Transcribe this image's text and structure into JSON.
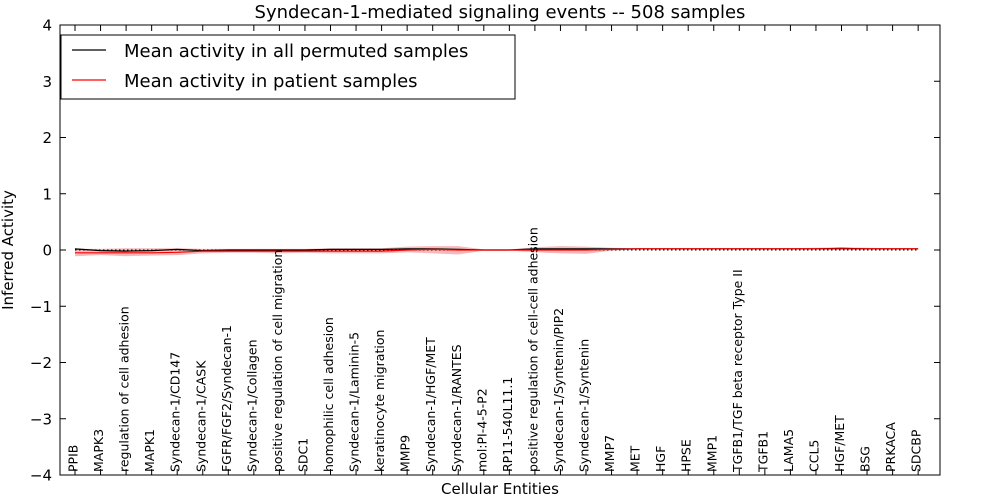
{
  "chart_data": {
    "type": "line",
    "title": "Syndecan-1-mediated signaling events -- 508 samples",
    "xlabel": "Cellular Entities",
    "ylabel": "Inferred Activity",
    "ylim": [
      -4,
      4
    ],
    "yticks": [
      "−4",
      "−3",
      "−2",
      "−1",
      "0",
      "1",
      "2",
      "3",
      "4"
    ],
    "grid": false,
    "legend_position": "top-left",
    "categories": [
      "PPIB",
      "MAPK3",
      "regulation of cell adhesion",
      "MAPK1",
      "Syndecan-1/CD147",
      "Syndecan-1/CASK",
      "FGFR/FGF2/Syndecan-1",
      "Syndecan-1/Collagen",
      "positive regulation of cell migration",
      "SDC1",
      "homophilic cell adhesion",
      "Syndecan-1/Laminin-5",
      "keratinocyte migration",
      "MMP9",
      "Syndecan-1/HGF/MET",
      "Syndecan-1/RANTES",
      "mol:PI-4-5-P2",
      "RP11-540L11.1",
      "positive regulation of cell-cell adhesion",
      "Syndecan-1/Syntenin/PIP2",
      "Syndecan-1/Syntenin",
      "MMP7",
      "MET",
      "HGF",
      "HPSE",
      "MMP1",
      "TGFB1/TGF beta receptor Type II",
      "TGFB1",
      "LAMA5",
      "CCL5",
      "HGF/MET",
      "BSG",
      "PRKACA",
      "SDCBP"
    ],
    "series": [
      {
        "name": "Mean activity in all permuted samples",
        "color": "#000000",
        "values": [
          0.02,
          -0.01,
          -0.02,
          -0.01,
          0.01,
          -0.01,
          0.0,
          0.0,
          0.0,
          0.0,
          0.01,
          0.01,
          0.01,
          0.02,
          0.02,
          0.01,
          0.0,
          0.0,
          0.02,
          0.02,
          0.02,
          0.02,
          0.02,
          0.02,
          0.02,
          0.02,
          0.02,
          0.02,
          0.02,
          0.02,
          0.03,
          0.02,
          0.02,
          0.02
        ]
      },
      {
        "name": "Mean activity in patient samples",
        "color": "#ff0000",
        "band_color": "#f08080",
        "values": [
          -0.05,
          -0.05,
          -0.05,
          -0.05,
          -0.04,
          -0.02,
          -0.02,
          -0.02,
          -0.02,
          -0.02,
          -0.02,
          -0.02,
          -0.02,
          0.0,
          0.01,
          0.0,
          0.0,
          0.0,
          0.0,
          0.0,
          0.0,
          0.01,
          0.02,
          0.02,
          0.02,
          0.02,
          0.02,
          0.02,
          0.02,
          0.02,
          0.02,
          0.02,
          0.02,
          0.02
        ],
        "upper": [
          0.02,
          0.02,
          0.03,
          0.03,
          0.03,
          0.02,
          0.02,
          0.02,
          0.02,
          0.02,
          0.03,
          0.03,
          0.03,
          0.06,
          0.07,
          0.07,
          0.01,
          0.01,
          0.05,
          0.07,
          0.06,
          0.04,
          0.03,
          0.03,
          0.03,
          0.03,
          0.03,
          0.03,
          0.03,
          0.04,
          0.05,
          0.04,
          0.03,
          0.03
        ],
        "lower": [
          -0.11,
          -0.09,
          -0.11,
          -0.1,
          -0.09,
          -0.06,
          -0.05,
          -0.05,
          -0.06,
          -0.05,
          -0.06,
          -0.06,
          -0.06,
          -0.04,
          -0.06,
          -0.08,
          -0.01,
          -0.01,
          -0.04,
          -0.06,
          -0.07,
          -0.01,
          0.01,
          0.01,
          0.01,
          0.01,
          0.01,
          0.01,
          0.01,
          0.01,
          0.01,
          0.01,
          0.01,
          0.01
        ]
      }
    ]
  }
}
